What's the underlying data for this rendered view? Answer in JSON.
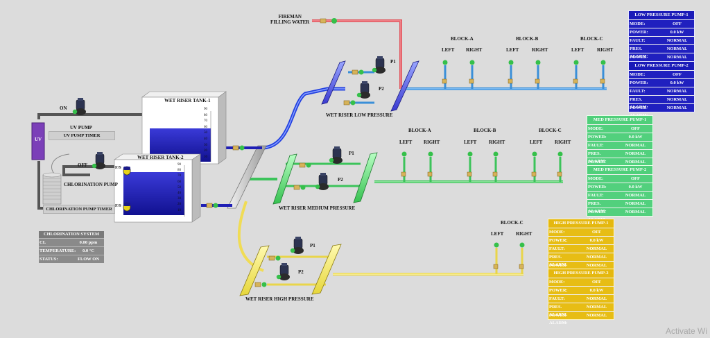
{
  "fireman": {
    "line1": "FIREMAN",
    "line2": "FILLING WATER"
  },
  "low": {
    "title": "WET RISER LOW PRESSURE",
    "p1": "P1",
    "p2": "P2",
    "blocks": [
      "BLOCK-A",
      "BLOCK-B",
      "BLOCK-C"
    ],
    "sides": [
      "LEFT",
      "RIGHT",
      "LEFT",
      "RIGHT",
      "LEFT",
      "RIGHT"
    ]
  },
  "med": {
    "title": "WET RISER MEDIUM PRESSURE",
    "p1": "P1",
    "p2": "P2",
    "blocks": [
      "BLOCK-A",
      "BLOCK-B",
      "BLOCK-C"
    ],
    "sides": [
      "LEFT",
      "RIGHT",
      "LEFT",
      "RIGHT",
      "LEFT",
      "RIGHT"
    ]
  },
  "high": {
    "title": "WET RISER HIGH PRESSURE",
    "p1": "P1",
    "p2": "P2",
    "blocks": [
      "BLOCK-C"
    ],
    "sides": [
      "LEFT",
      "RIGHT"
    ]
  },
  "tank1": {
    "title": "WET RISER TANK-1",
    "scale": [
      "90",
      "80",
      "70",
      "60",
      "50",
      "40",
      "30",
      "20",
      "10"
    ]
  },
  "tank2": {
    "title": "WET RISER TANK-2",
    "scale": [
      "90",
      "80",
      "70",
      "60",
      "50",
      "40",
      "30",
      "20",
      "10"
    ],
    "fs_top": "F/S",
    "fs_bottom": "F/S"
  },
  "uv": {
    "label": "UV",
    "pump_label": "UV PUMP",
    "state": "ON",
    "timer": "UV PUMP TIMER"
  },
  "chlorination": {
    "pump_label": "CHLORINATION PUMP",
    "state": "OFF",
    "timer": "CHLORINATION PUMP TIMER",
    "system_title": "CHLORINATION SYSTEM",
    "rows": [
      {
        "key": "CL",
        "value": "0.00 ppm"
      },
      {
        "key": "TEMPERATURE:",
        "value": "0.0 °C"
      },
      {
        "key": "STATUS:",
        "value": "FLOW ON"
      }
    ]
  },
  "panels": {
    "lp1": {
      "title": "LOW PRESSURE PUMP-1",
      "rows": [
        {
          "key": "MODE:",
          "value": "OFF"
        },
        {
          "key": "POWER:",
          "value": "0.0 kW"
        },
        {
          "key": "FAULT:",
          "value": "NORMAL"
        },
        {
          "key": "PRES. ALARM:",
          "value": "NORMAL"
        },
        {
          "key": "POWER ALARM:",
          "value": "NORMAL"
        }
      ]
    },
    "lp2": {
      "title": "LOW PRESSURE PUMP-2",
      "rows": [
        {
          "key": "MODE:",
          "value": "OFF"
        },
        {
          "key": "POWER:",
          "value": "0.0 kW"
        },
        {
          "key": "FAULT:",
          "value": "NORMAL"
        },
        {
          "key": "PRES. ALARM:",
          "value": "NORMAL"
        },
        {
          "key": "POWER ALARM:",
          "value": "NORMAL"
        }
      ]
    },
    "mp1": {
      "title": "MED PRESSURE PUMP-1",
      "rows": [
        {
          "key": "MODE:",
          "value": "OFF"
        },
        {
          "key": "POWER:",
          "value": "0.0 kW"
        },
        {
          "key": "FAULT:",
          "value": "NORMAL"
        },
        {
          "key": "PRES. ALARM:",
          "value": "NORMAL"
        },
        {
          "key": "POWER ALARM:",
          "value": "NORMAL"
        }
      ]
    },
    "mp2": {
      "title": "MED PRESSURE PUMP-2",
      "rows": [
        {
          "key": "MODE:",
          "value": "OFF"
        },
        {
          "key": "POWER:",
          "value": "0.0 kW"
        },
        {
          "key": "FAULT:",
          "value": "NORMAL"
        },
        {
          "key": "PRES. ALARM:",
          "value": "NORMAL"
        },
        {
          "key": "POWER ALARM:",
          "value": "NORMAL"
        }
      ]
    },
    "hp1": {
      "title": "HIGH PRESSURE PUMP-1",
      "rows": [
        {
          "key": "MODE:",
          "value": "OFF"
        },
        {
          "key": "POWER:",
          "value": "0.0 kW"
        },
        {
          "key": "FAULT:",
          "value": "NORMAL"
        },
        {
          "key": "PRES. ALARM:",
          "value": "NORMAL"
        },
        {
          "key": "POWER ALARM:",
          "value": "NORMAL"
        }
      ]
    },
    "hp2": {
      "title": "HIGH PRESSURE PUMP-2",
      "rows": [
        {
          "key": "MODE:",
          "value": "OFF"
        },
        {
          "key": "POWER:",
          "value": "0.0 kW"
        },
        {
          "key": "FAULT:",
          "value": "NORMAL"
        },
        {
          "key": "PRES. ALARM:",
          "value": "NORMAL"
        },
        {
          "key": "POWER ALARM:",
          "value": "NORMAL"
        }
      ]
    }
  },
  "colors": {
    "low": "#2b2bd6",
    "med": "#4cd06a",
    "high": "#e9d54a",
    "fire": "#d9474f",
    "water": "#1e1eb5"
  },
  "watermark": "Activate Wi"
}
